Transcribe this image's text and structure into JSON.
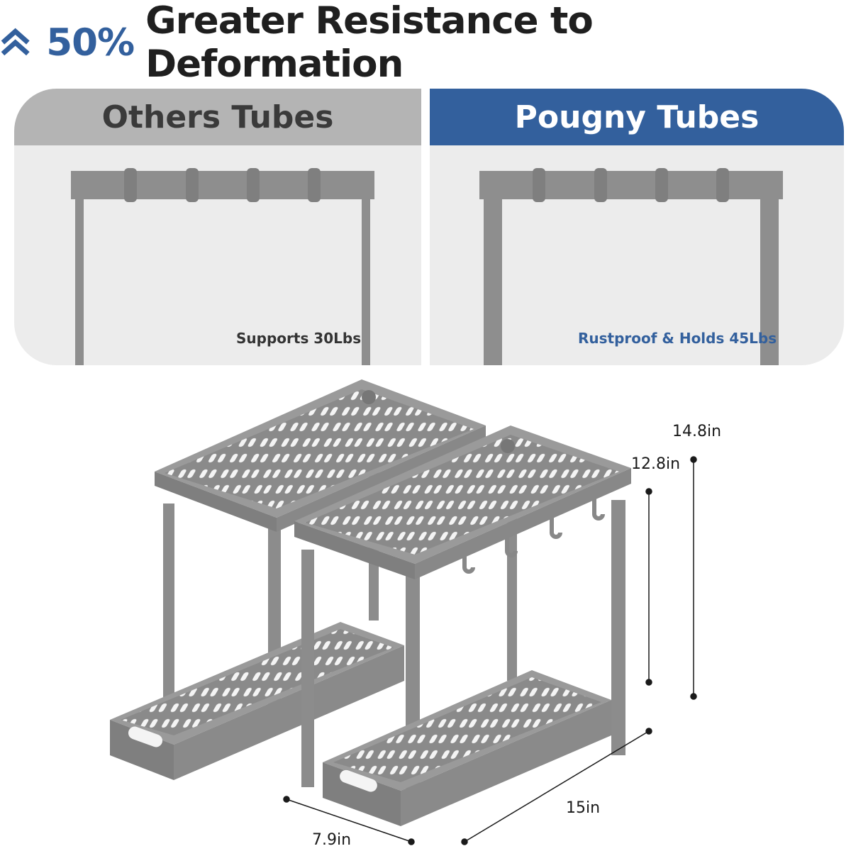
{
  "header": {
    "icon": "double-chevron-up-icon",
    "highlight": "50%",
    "text": "Greater Resistance to Deformation"
  },
  "comparison": {
    "others": {
      "title": "Others Tubes",
      "caption": "Supports 30Lbs"
    },
    "pougny": {
      "title": "Pougny Tubes",
      "caption": "Rustproof & Holds 45Lbs"
    }
  },
  "dimensions": {
    "total_height": "14.8in",
    "shelf_height": "12.8in",
    "length": "15in",
    "width": "7.9in"
  },
  "colors": {
    "brand_blue": "#33609d",
    "grey_head": "#b4b4b4",
    "panel_bg": "#ececec",
    "frame_grey": "#8e8e8e"
  }
}
